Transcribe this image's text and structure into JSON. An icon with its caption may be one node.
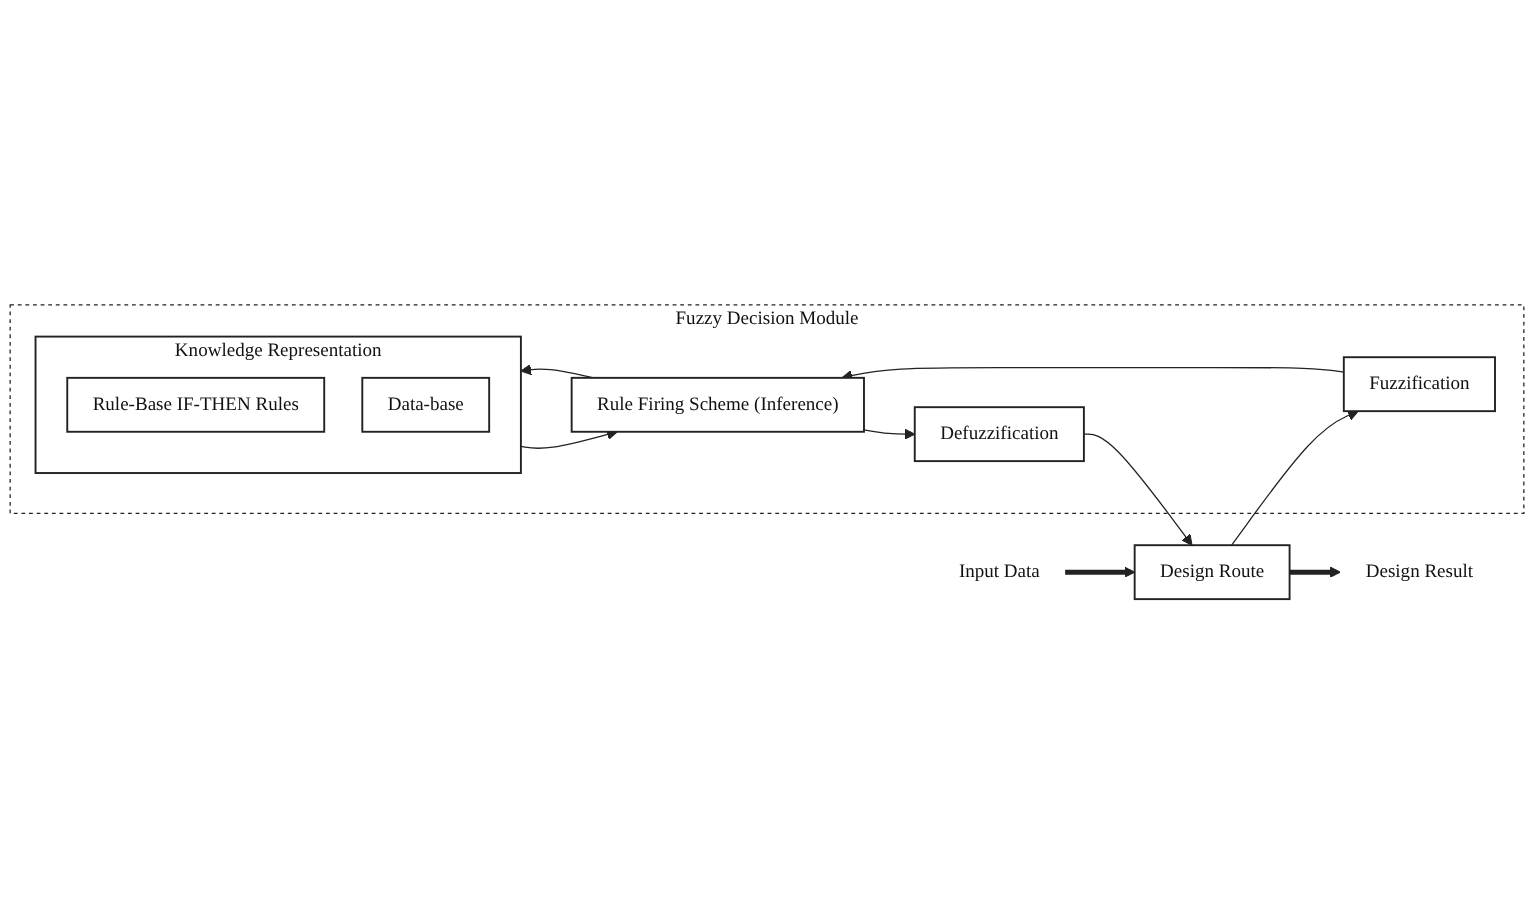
{
  "diagram": {
    "nodes": [
      {
        "text": [
          "Input Data"
        ]
      },
      {
        "text": [
          "Design Route"
        ]
      },
      {
        "text": [
          "Fuzzy Decision Module"
        ]
      },
      {
        "text": [
          "Defuzzification"
        ],
        "in": 2
      },
      {
        "text": [
          "Rule Firing Scheme (Inference)"
        ],
        "in": 2
      },
      {
        "text": [
          "Knowledge Representation"
        ],
        "in": 2
      },
      {
        "text": [
          "Rule-Base IF-THEN Rules"
        ],
        "in": 5
      },
      {
        "text": [
          "Data-base"
        ],
        "in": 5
      },
      {
        "text": [
          "Fuzzification"
        ],
        "in": 2
      },
      {
        "text": [
          "Design Result"
        ]
      }
    ],
    "edges": [
      {
        "from": 0,
        "to": 1,
        "arrow": "to",
        "style": "thick"
      },
      {
        "from": 1,
        "to": 9,
        "arrow": "to",
        "style": "thick"
      },
      {
        "from": 3,
        "to": 1,
        "arrow": "to"
      },
      {
        "from": 1,
        "to": 8,
        "arrow": "to"
      },
      {
        "from": 8,
        "to": 4,
        "arrow": "to"
      },
      {
        "from": 4,
        "to": 3,
        "arrow": "to"
      },
      {
        "from": 4,
        "to": 5,
        "arrow": "to"
      },
      {
        "from": 5,
        "to": 4,
        "arrow": "to"
      }
    ]
  }
}
